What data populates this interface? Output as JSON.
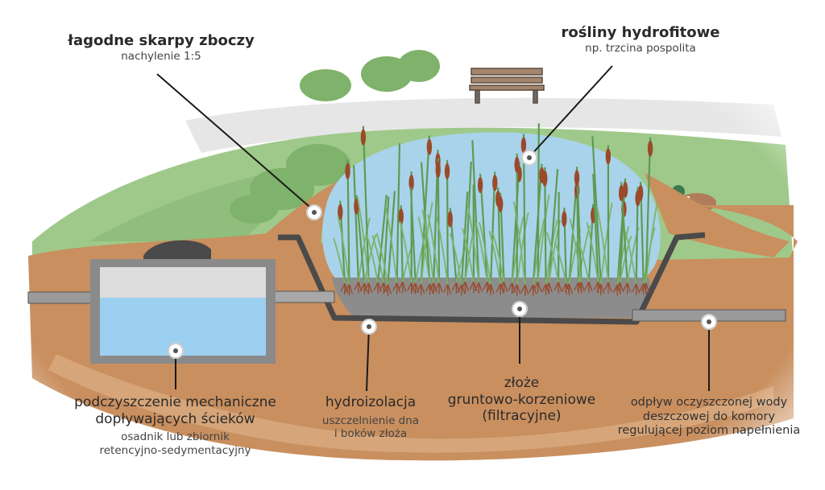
{
  "labels": {
    "slopes": {
      "title": "łagodne skarpy zboczy",
      "sub": "nachylenie 1:5"
    },
    "plants": {
      "title": "rośliny hydrofitowe",
      "sub": "np. trzcina pospolita"
    },
    "mechanical": {
      "line1": "podczyszczenie mechaniczne",
      "line2": "dopływających ścieków",
      "sub1": "osadnik lub zbiornik",
      "sub2": "retencyjno-sedymentacyjny"
    },
    "insulation": {
      "title": "hydroizolacja",
      "sub1": "uszczelnienie dna",
      "sub2": "i boków złoża"
    },
    "bed": {
      "line1": "złoże",
      "line2": "gruntowo-korzeniowe",
      "line3": "(filtracyjne)"
    },
    "outflow": {
      "line1": "odpływ oczyszczonej wody",
      "line2": "deszczowej do komory",
      "line3": "regulującej poziom napełnienia"
    }
  },
  "colors": {
    "soil": "#c98f5f",
    "soil_light": "#dcae84",
    "grass": "#9fc98a",
    "grass_dark": "#7fb26a",
    "water": "#a9d3ea",
    "tank_water": "#9dd0f0",
    "concrete": "#8a8a8a",
    "liner": "#4a4a4a",
    "gravel": "#8c8c8c",
    "reed": "#5e9a52",
    "cattail": "#9a4a2a",
    "path": "#e4e4e4"
  }
}
